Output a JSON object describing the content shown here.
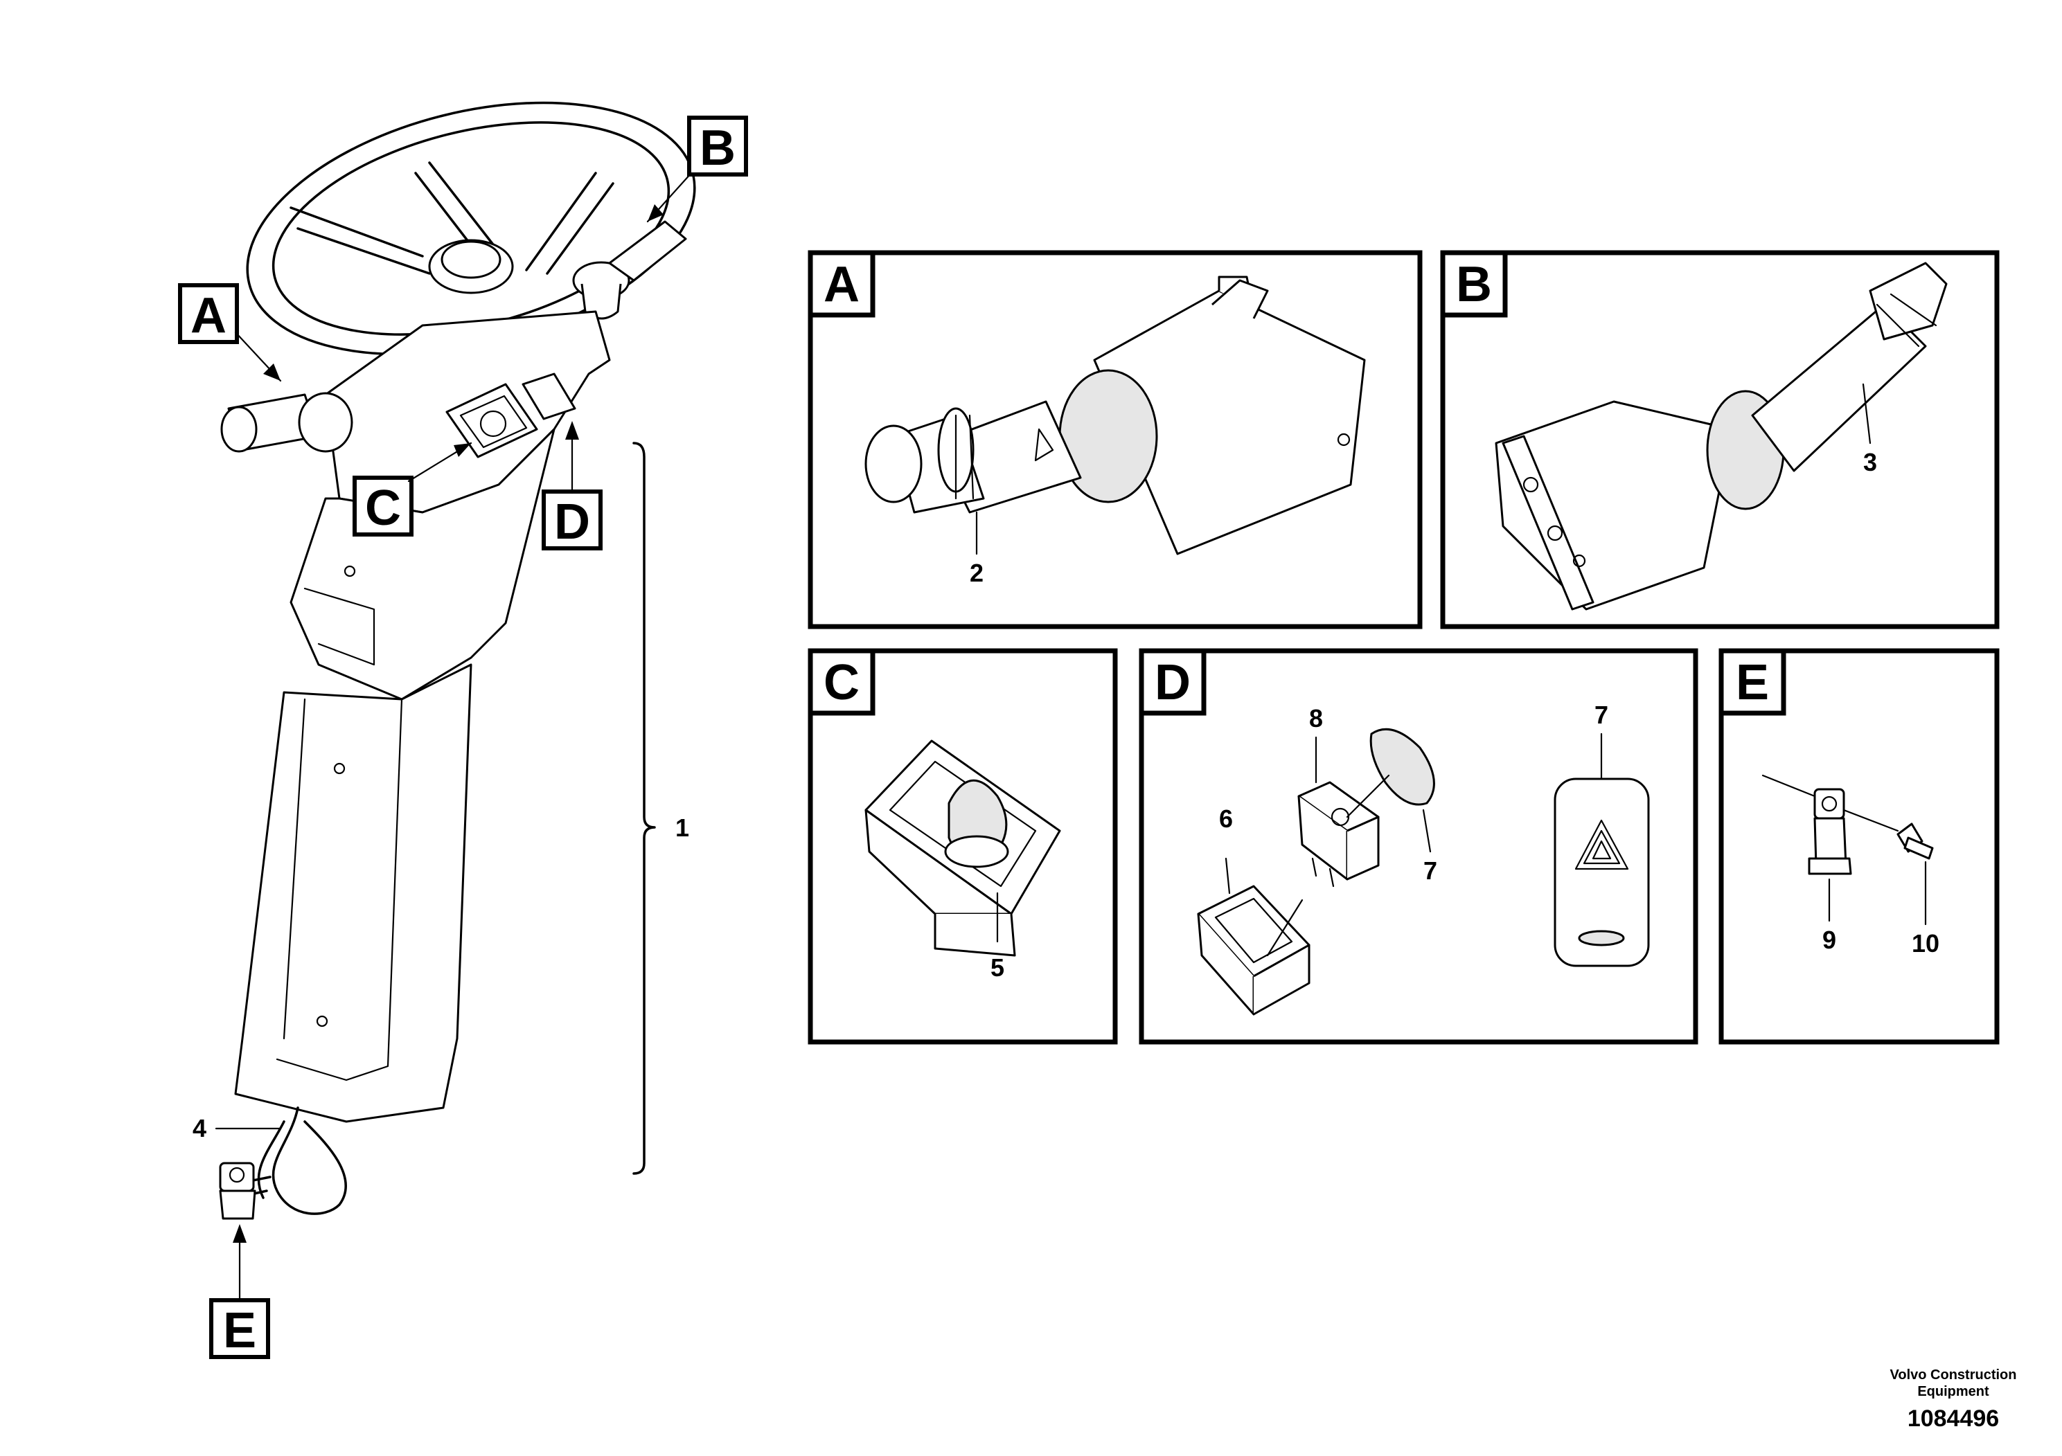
{
  "callouts": {
    "A": "A",
    "B": "B",
    "C": "C",
    "D": "D",
    "E": "E"
  },
  "detail_panels": [
    {
      "id": "A",
      "label": "A",
      "parts": [
        "2"
      ]
    },
    {
      "id": "B",
      "label": "B",
      "parts": [
        "3"
      ]
    },
    {
      "id": "C",
      "label": "C",
      "parts": [
        "5"
      ]
    },
    {
      "id": "D",
      "label": "D",
      "parts": [
        "8",
        "6",
        "7",
        "7"
      ]
    },
    {
      "id": "E",
      "label": "E",
      "parts": [
        "9",
        "10"
      ]
    }
  ],
  "overview_parts": {
    "column_assembly": "1",
    "harness": "4"
  },
  "footer": {
    "company_line1": "Volvo Construction",
    "company_line2": "Equipment",
    "drawing_number": "1084496"
  }
}
